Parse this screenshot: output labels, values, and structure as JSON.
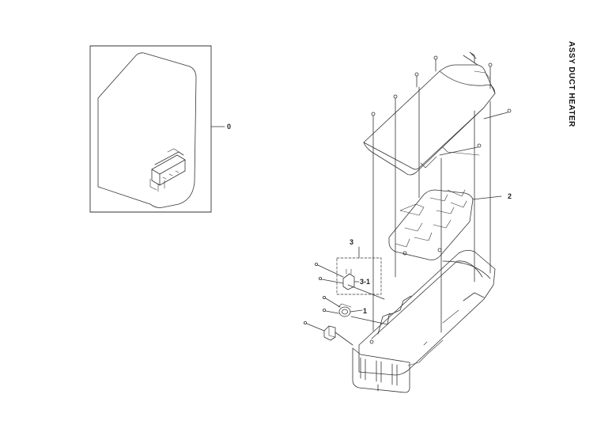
{
  "title": "ASSY DUCT HEATER",
  "callouts": {
    "c0": "0",
    "c1": "1",
    "c2": "2",
    "c3": "3",
    "c31": "3-1"
  },
  "colors": {
    "line": "#333333",
    "leader": "#222222"
  }
}
